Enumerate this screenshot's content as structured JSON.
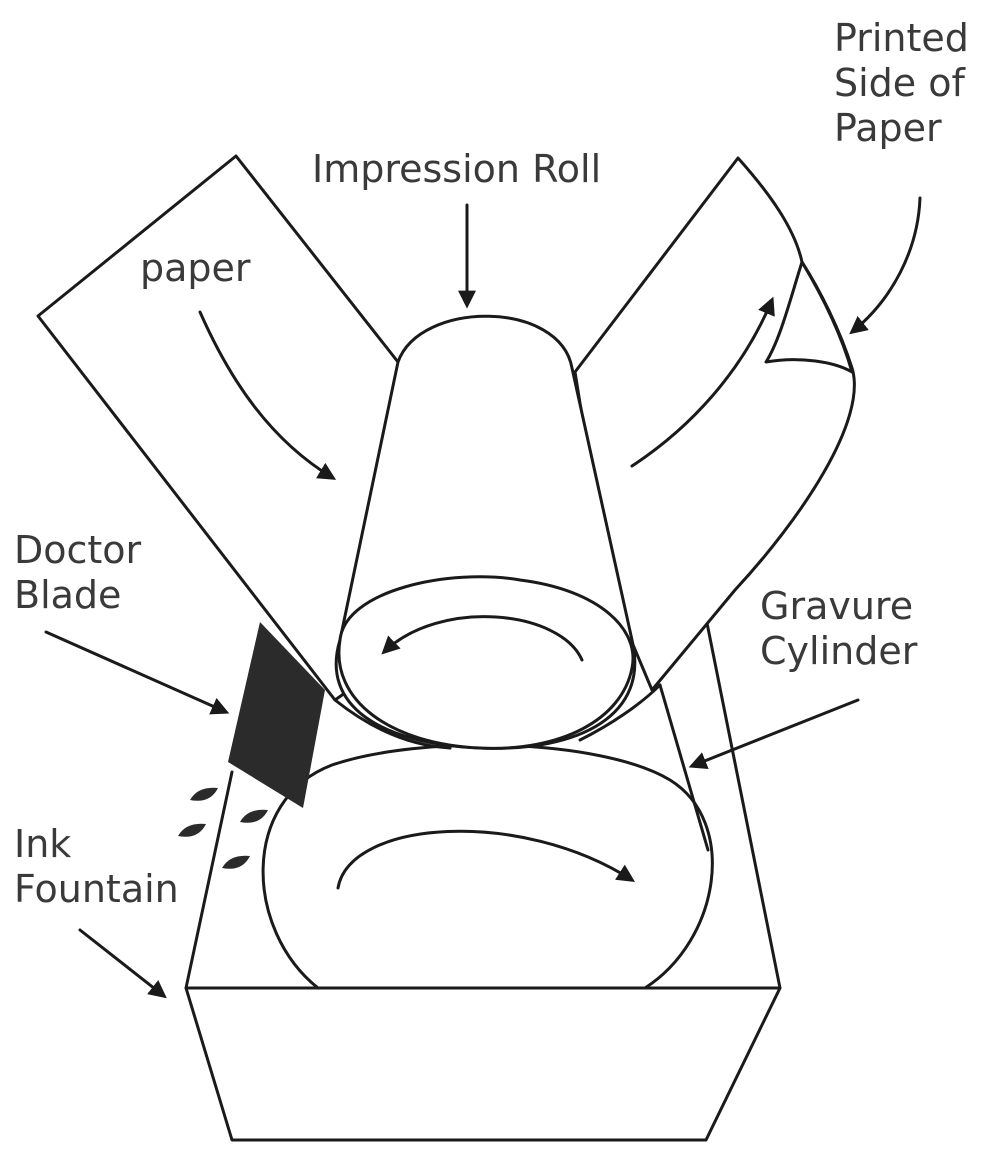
{
  "labels": {
    "printed_side": [
      "Printed",
      "Side of",
      "Paper"
    ],
    "impression_roll": "Impression Roll",
    "paper": "paper",
    "doctor_blade": [
      "Doctor",
      "Blade"
    ],
    "gravure_cylinder": [
      "Gravure",
      "Cylinder"
    ],
    "ink_fountain": [
      "Ink",
      "Fountain"
    ]
  },
  "colors": {
    "line": "#1a1a1a",
    "text": "#3a3a3a",
    "blade_fill": "#2b2b2b",
    "background": "#ffffff"
  }
}
